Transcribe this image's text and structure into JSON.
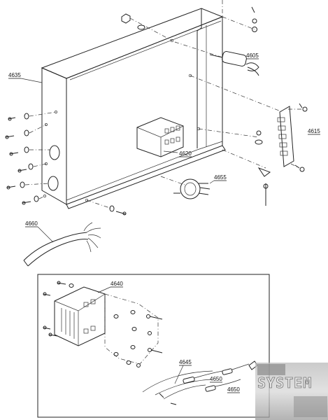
{
  "parts": {
    "p4605": "4605",
    "p4615": "4615",
    "p4620": "4620",
    "p4635": "4635",
    "p4640": "4640",
    "p4645": "4645",
    "p4650a": "4650",
    "p4650b": "4650",
    "p4655": "4655",
    "p4660": "4660"
  },
  "watermark": {
    "text": "SYSTEM"
  }
}
